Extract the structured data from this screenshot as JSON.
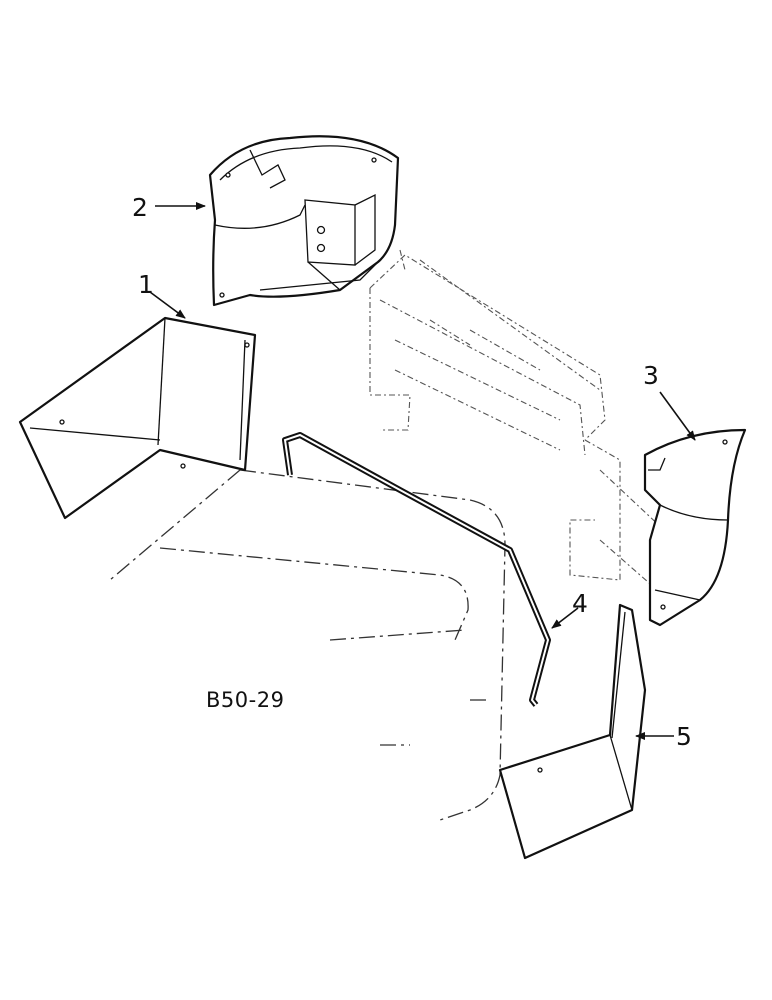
{
  "diagram": {
    "reference_code": "B50-29",
    "callouts": [
      {
        "id": "1",
        "label": "1"
      },
      {
        "id": "2",
        "label": "2"
      },
      {
        "id": "3",
        "label": "3"
      },
      {
        "id": "4",
        "label": "4"
      },
      {
        "id": "5",
        "label": "5"
      }
    ]
  }
}
